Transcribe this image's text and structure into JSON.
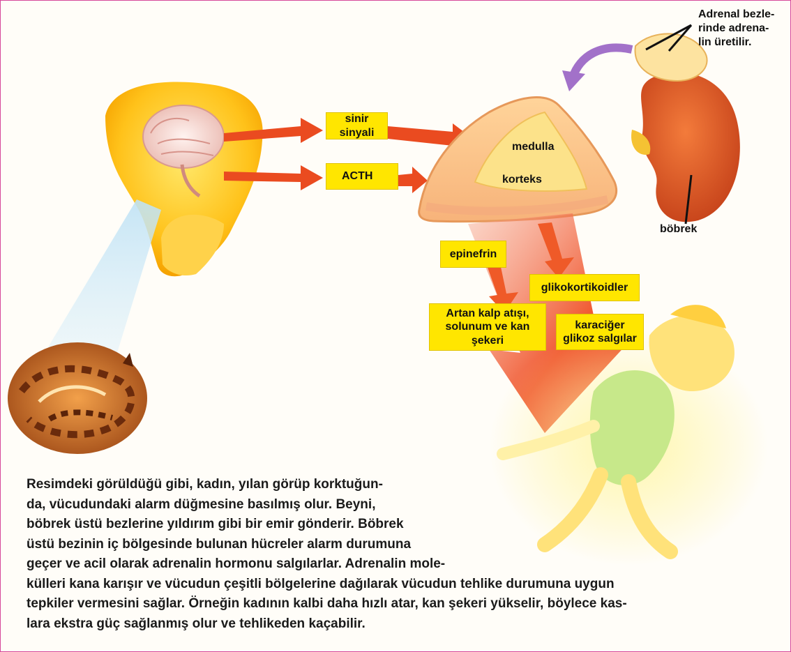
{
  "diagram": {
    "labels": {
      "sinir_sinyali": "sinir sinyali",
      "acth": "ACTH",
      "medulla": "medulla",
      "korteks": "korteks",
      "epinefrin": "epinefrin",
      "glikokortikoidler": "glikokortikoidler",
      "artan_kalp": "Artan kalp atışı,\nsolunum ve kan\nşekeri",
      "karaciger": "karaciğer\nglikoz salgılar",
      "adrenal_note": "Adrenal bezle-\nrinde adrena-\nlin üretilir.",
      "bobrek": "böbrek"
    }
  },
  "paragraph": {
    "lines": [
      "Resimdeki görüldüğü gibi, kadın, yılan görüp korktuğun-",
      "da, vücudundaki alarm düğmesine basılmış olur. Beyni,",
      "böbrek üstü bezlerine yıldırım gibi bir emir gönderir. Böbrek",
      "üstü bezinin iç bölgesinde bulunan hücreler alarm durumuna",
      "geçer ve acil olarak adrenalin hormonu salgılarlar. Adrenalin mole-",
      "külleri kana karışır ve vücudun çeşitli bölgelerine dağılarak vücudun tehlike durumuna uygun",
      "tepkiler vermesini sağlar. Örneğin kadının kalbi daha hızlı atar, kan şekeri yükselir, böylece kas-",
      "lara ekstra güç sağlanmış olur ve tehlikeden kaçabilir."
    ]
  }
}
